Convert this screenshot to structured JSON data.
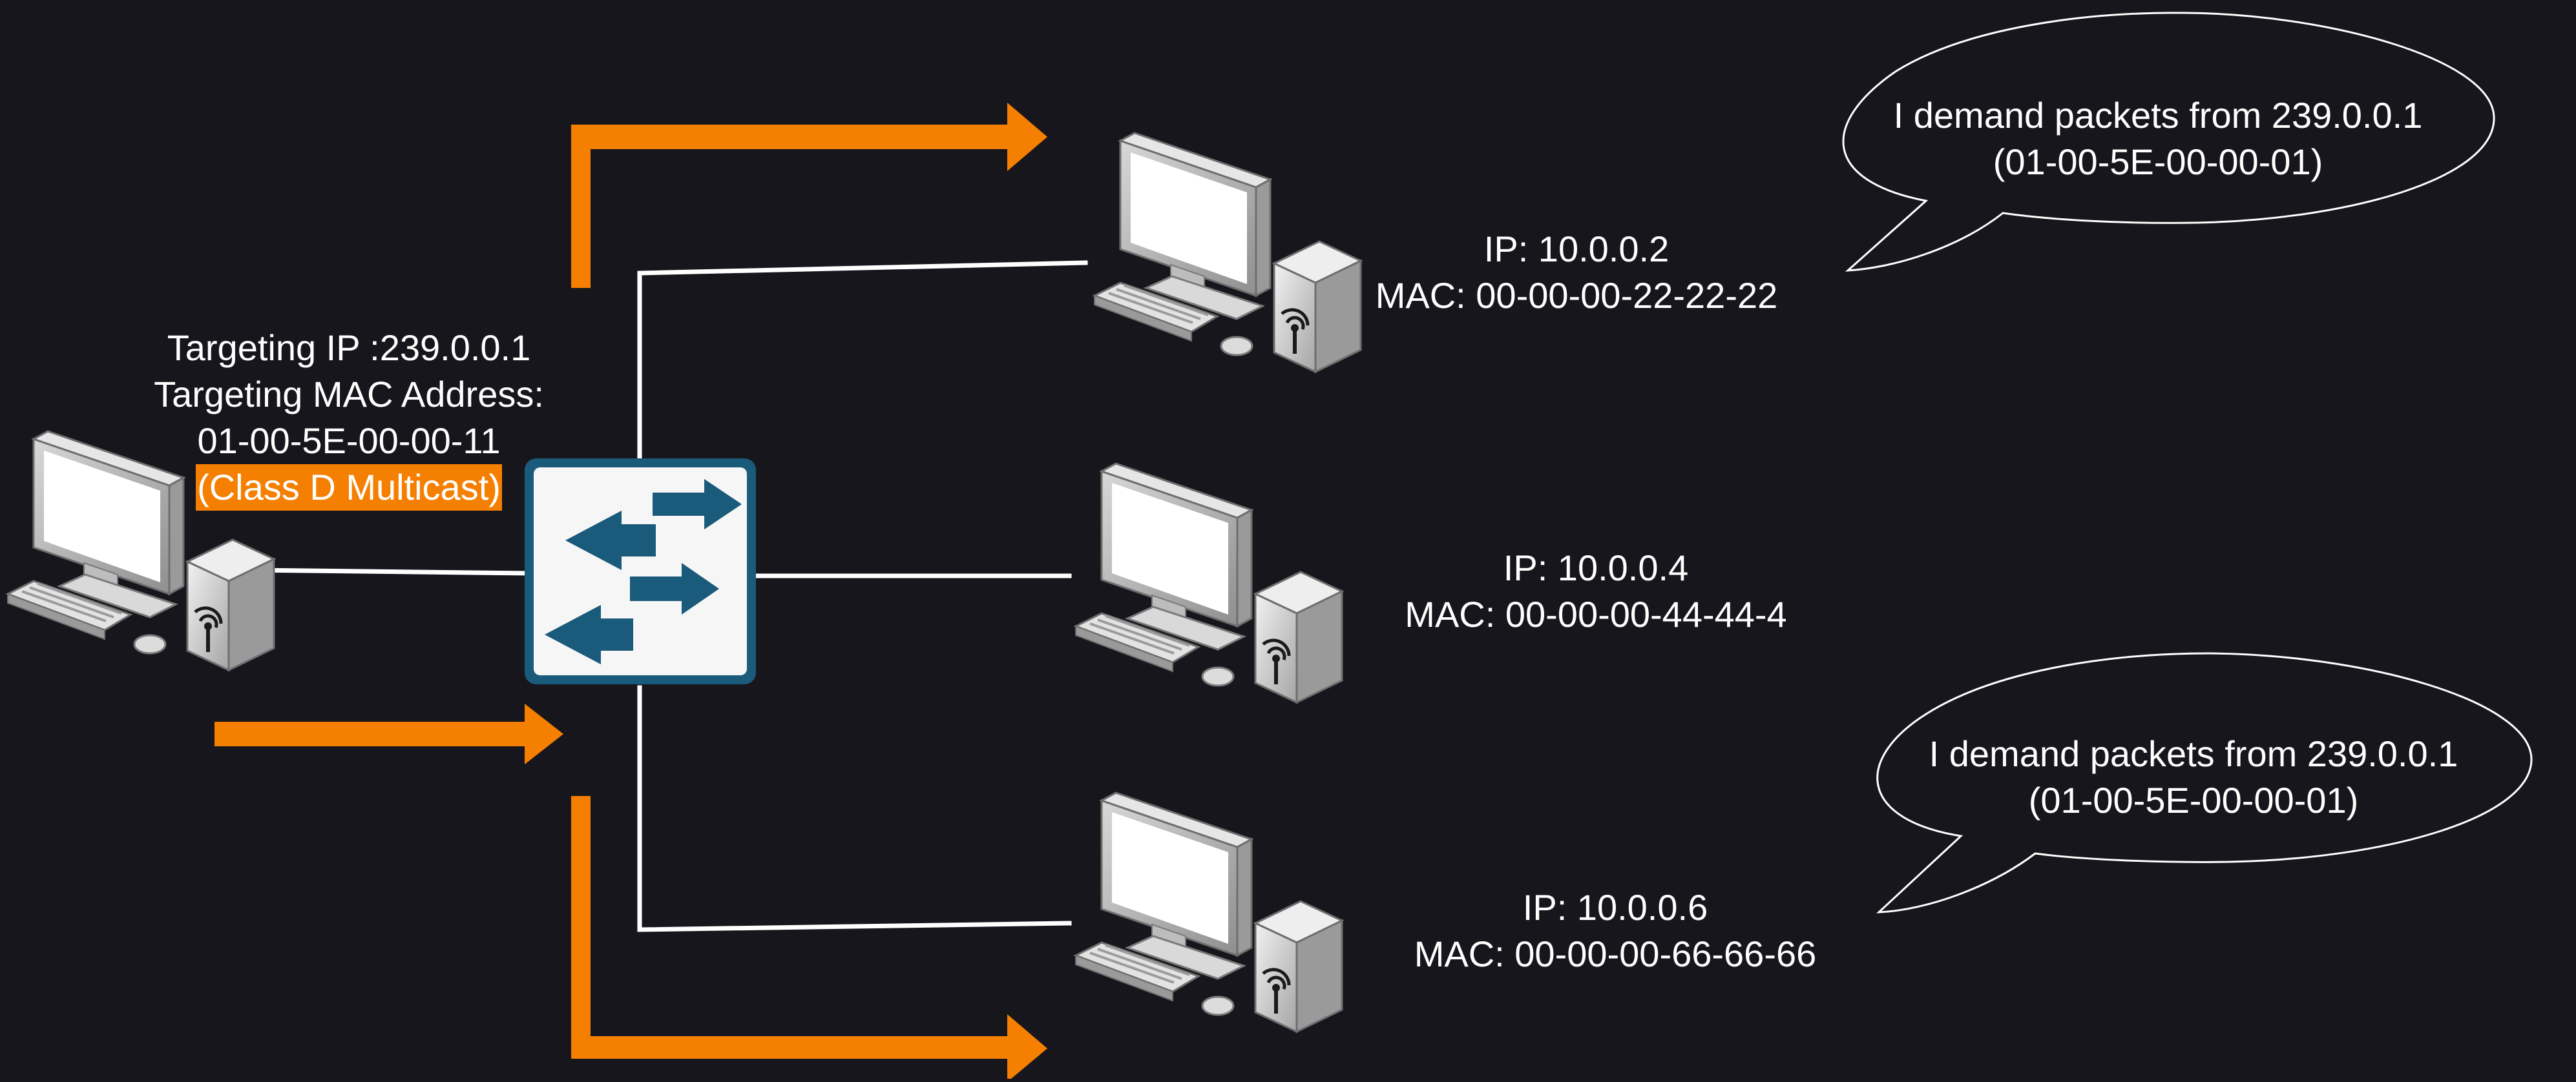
{
  "sender": {
    "lines": [
      "Targeting IP :239.0.0.1",
      "Targeting MAC Address:",
      "01-00-5E-00-00-11"
    ],
    "highlight": "(Class D Multicast)"
  },
  "hosts": [
    {
      "ip": "IP: 10.0.0.2",
      "mac": "MAC: 00-00-00-22-22-22"
    },
    {
      "ip": "IP: 10.0.0.4",
      "mac": "MAC: 00-00-00-44-44-4"
    },
    {
      "ip": "IP: 10.0.0.6",
      "mac": "MAC: 00-00-00-66-66-66"
    }
  ],
  "bubbles": [
    {
      "line1": "I demand packets from 239.0.0.1",
      "line2": "(01-00-5E-00-00-01)"
    },
    {
      "line1": "I demand packets from 239.0.0.1",
      "line2": "(01-00-5E-00-00-01)"
    }
  ],
  "colors": {
    "background": "#18161d",
    "arrow": "#f57f00",
    "switch": "#1a5a7a",
    "text": "#ffffff"
  },
  "icons": [
    "desktop-computer-icon",
    "network-switch-icon"
  ]
}
